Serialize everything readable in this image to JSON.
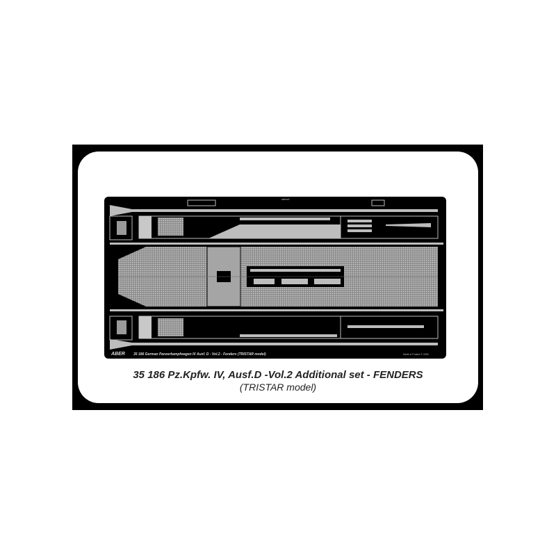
{
  "fret": {
    "brand": "ABER",
    "etched_label": "35 186   German Panzerkampfwagen IV Ausf. D - Vol.2 - Fenders (TRISTAR model)",
    "made_in": "Made in Poland  © 2005",
    "top_mark": "stencil"
  },
  "caption": {
    "line1": "35 186   Pz.Kpfw. IV, Ausf.D  -Vol.2  Additional set - FENDERS",
    "line2": "(TRISTAR model)"
  },
  "colors": {
    "frame": "#000000",
    "metal": "#b8b8b8",
    "mesh": "#9a9a9a"
  }
}
